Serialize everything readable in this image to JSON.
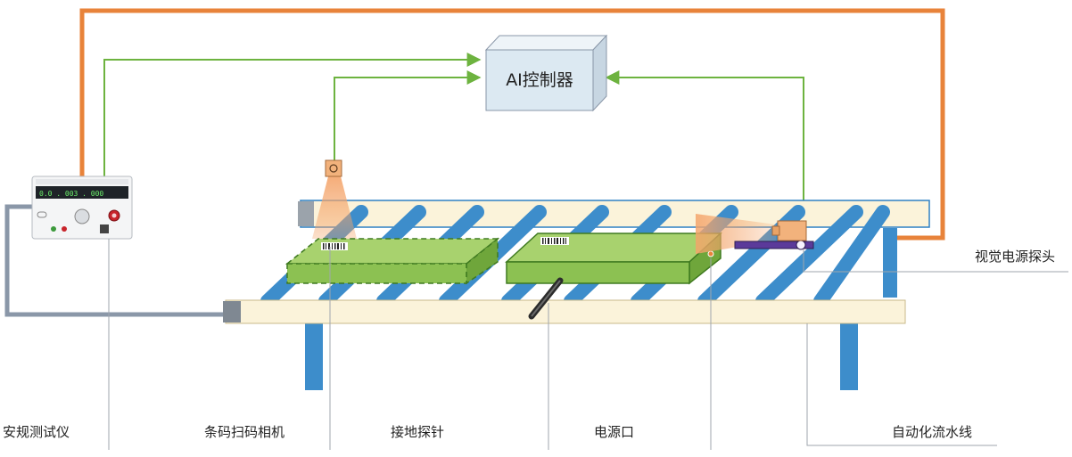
{
  "controller": {
    "label": "AI控制器"
  },
  "labels": {
    "safety_tester": "安规测试仪",
    "barcode_camera": "条码扫码相机",
    "ground_probe": "接地探针",
    "power_port": "电源口",
    "assembly_line": "自动化流水线",
    "vision_probe": "视觉电源探头"
  },
  "colors": {
    "orange_link": "#E8833A",
    "green_signal": "#6DB33F",
    "gray_cable": "#8A97A8",
    "conveyor_rail": "#FBF3DA",
    "conveyor_roller": "#3D8DCB",
    "product_green": "#8CC152",
    "controller_face": "#DCE9F2"
  }
}
